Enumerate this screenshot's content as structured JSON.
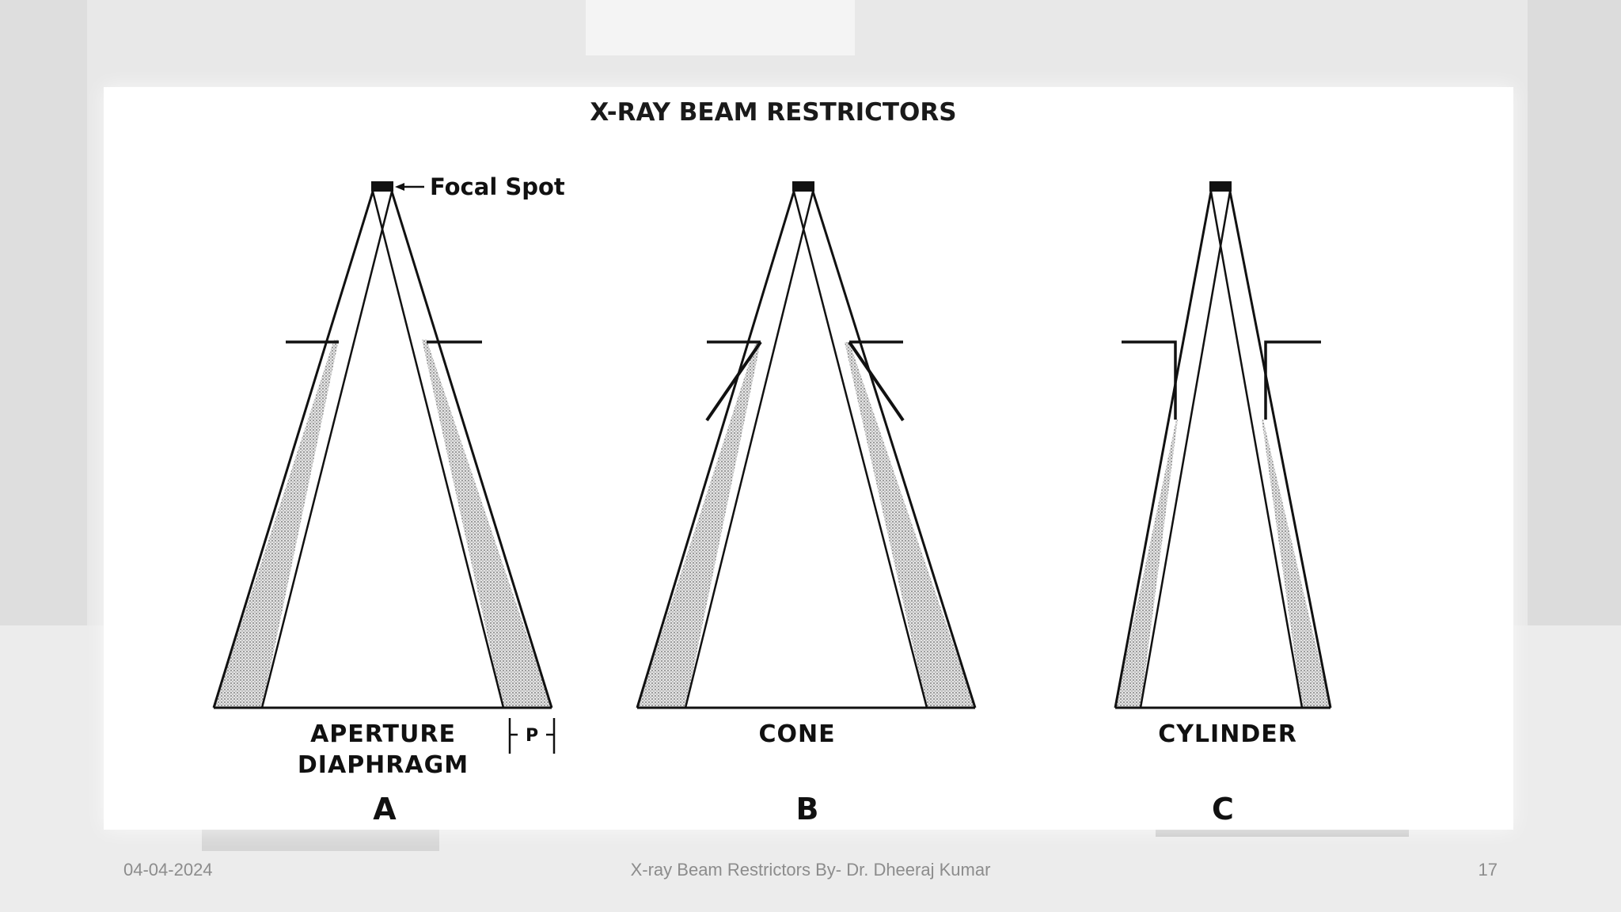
{
  "figure": {
    "title": "X-RAY BEAM RESTRICTORS",
    "focal_spot_label": "Focal Spot",
    "penumbra_label": "P",
    "restrictors": [
      {
        "letter": "A",
        "name_line1": "APERTURE",
        "name_line2": "DIAPHRAGM"
      },
      {
        "letter": "B",
        "name_line1": "CONE",
        "name_line2": ""
      },
      {
        "letter": "C",
        "name_line1": "CYLINDER",
        "name_line2": ""
      }
    ]
  },
  "footer": {
    "date": "04-04-2024",
    "title": "X-ray Beam Restrictors By- Dr. Dheeraj Kumar",
    "page": "17"
  },
  "colors": {
    "background": "#e9e9e9",
    "panel": "#ffffff",
    "ink": "#111111",
    "penumbra_fill": "#cfcfcf",
    "footer_text": "#8c8c8c"
  }
}
